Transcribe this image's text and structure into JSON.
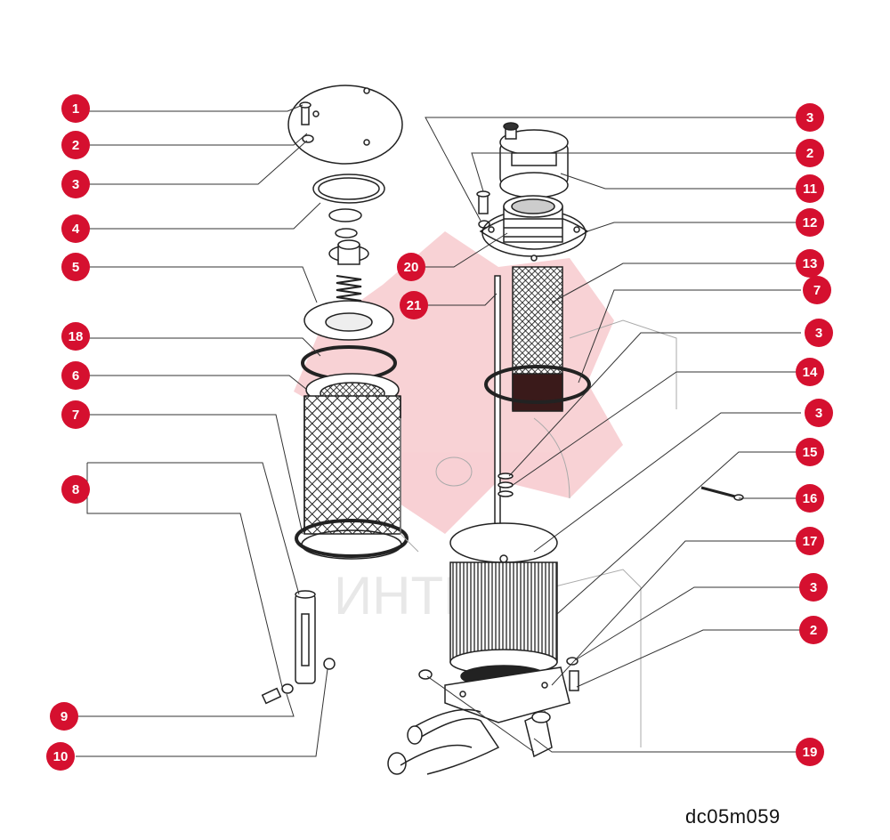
{
  "diagram": {
    "drawing_code": "dc05m059",
    "watermark_text": "ИНТЕХ",
    "callout_color": "#d5102f",
    "callouts": [
      {
        "id": "c-l-1",
        "label": "1"
      },
      {
        "id": "c-l-2",
        "label": "2"
      },
      {
        "id": "c-l-3",
        "label": "3"
      },
      {
        "id": "c-l-4",
        "label": "4"
      },
      {
        "id": "c-l-5",
        "label": "5"
      },
      {
        "id": "c-l-18",
        "label": "18"
      },
      {
        "id": "c-l-6",
        "label": "6"
      },
      {
        "id": "c-l-7",
        "label": "7"
      },
      {
        "id": "c-l-8",
        "label": "8"
      },
      {
        "id": "c-l-9",
        "label": "9"
      },
      {
        "id": "c-l-10",
        "label": "10"
      },
      {
        "id": "c-m-20",
        "label": "20"
      },
      {
        "id": "c-m-21",
        "label": "21"
      },
      {
        "id": "c-r-3a",
        "label": "3"
      },
      {
        "id": "c-r-2a",
        "label": "2"
      },
      {
        "id": "c-r-11",
        "label": "11"
      },
      {
        "id": "c-r-12",
        "label": "12"
      },
      {
        "id": "c-r-13",
        "label": "13"
      },
      {
        "id": "c-r-7",
        "label": "7"
      },
      {
        "id": "c-r-3b",
        "label": "3"
      },
      {
        "id": "c-r-14",
        "label": "14"
      },
      {
        "id": "c-r-3c",
        "label": "3"
      },
      {
        "id": "c-r-15",
        "label": "15"
      },
      {
        "id": "c-r-16",
        "label": "16"
      },
      {
        "id": "c-r-17",
        "label": "17"
      },
      {
        "id": "c-r-3d",
        "label": "3"
      },
      {
        "id": "c-r-2b",
        "label": "2"
      },
      {
        "id": "c-r-19",
        "label": "19"
      }
    ]
  }
}
